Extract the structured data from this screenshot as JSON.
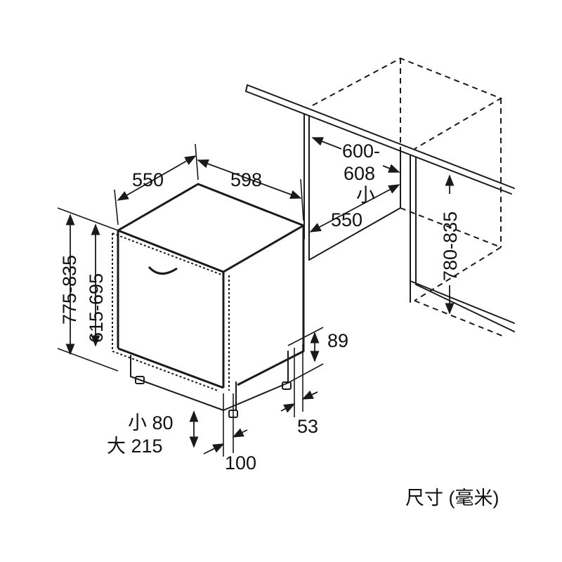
{
  "labels": {
    "depth_top": "550",
    "width_top": "598",
    "niche_width_1": "600-",
    "niche_width_2": "608",
    "niche_min": "小",
    "niche_depth": "550",
    "niche_height": "780-835",
    "appliance_height": "775-835",
    "door_height": "615-695",
    "toe_kick": "89",
    "side_offset": "53",
    "plinth_min": "小 80",
    "plinth_max": "大 215",
    "foot_offset": "100",
    "units": "尺寸 (毫米)"
  },
  "colors": {
    "line": "#1a1a1a",
    "text": "#111111",
    "background": "#ffffff"
  }
}
